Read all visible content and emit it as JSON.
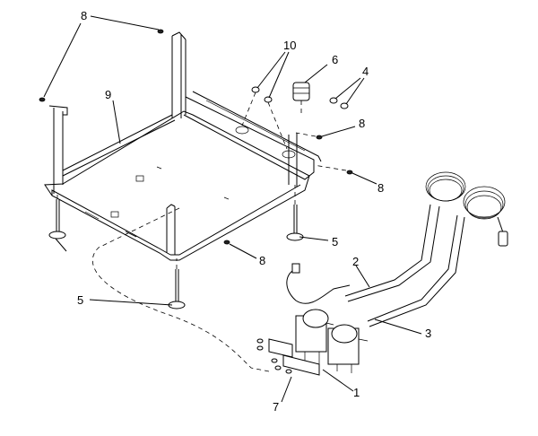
{
  "callouts": [
    {
      "id": "c8a",
      "text": "8"
    },
    {
      "id": "c10",
      "text": "10"
    },
    {
      "id": "c6",
      "text": "6"
    },
    {
      "id": "c4",
      "text": "4"
    },
    {
      "id": "c9",
      "text": "9"
    },
    {
      "id": "c8b",
      "text": "8"
    },
    {
      "id": "c8c",
      "text": "8"
    },
    {
      "id": "c5a",
      "text": "5"
    },
    {
      "id": "c8d",
      "text": "8"
    },
    {
      "id": "c2",
      "text": "2"
    },
    {
      "id": "c5b",
      "text": "5"
    },
    {
      "id": "c3",
      "text": "3"
    },
    {
      "id": "c1",
      "text": "1"
    },
    {
      "id": "c7",
      "text": "7"
    }
  ]
}
